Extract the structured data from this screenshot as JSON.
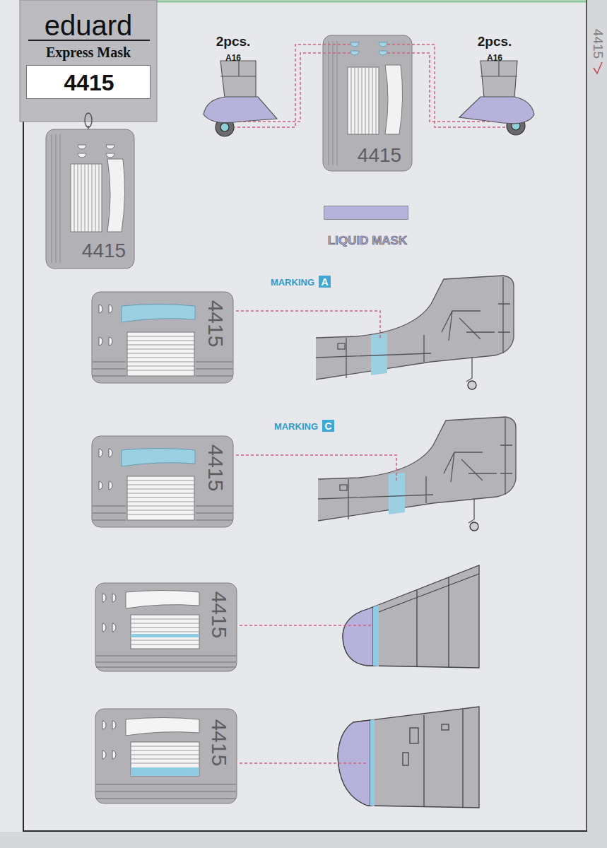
{
  "diagram": {
    "nodes": [
      {
        "text": [
          "eduard",
          "Express Mask"
        ]
      },
      {
        "text": [
          "4415"
        ],
        "in": 0
      },
      {
        "text": [
          "4415"
        ]
      },
      {
        "text": [
          "4415"
        ]
      },
      {
        "text": [
          "A"
        ]
      },
      {
        "text": [
          "4415"
        ]
      },
      {
        "text": [
          "C"
        ]
      },
      {
        "text": [
          "4415"
        ]
      },
      {
        "text": [
          "4415"
        ]
      },
      {
        "text": [
          "4415"
        ]
      }
    ],
    "labels": [
      "4415",
      "2pcs.",
      "A16",
      "2pcs.",
      "A16",
      "MARKING",
      "MARKING"
    ],
    "legend": [
      {
        "text": "LIQUID MASK",
        "color": "#b6b2dc"
      }
    ]
  }
}
